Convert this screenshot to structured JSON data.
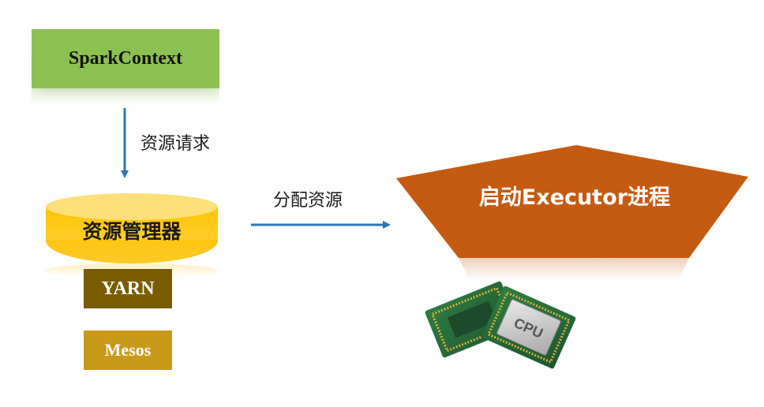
{
  "spark_context": {
    "label": "SparkContext"
  },
  "resource_request": {
    "label": "资源请求"
  },
  "resource_manager": {
    "label": "资源管理器"
  },
  "cluster_managers": [
    {
      "label": "YARN"
    },
    {
      "label": "Mesos"
    }
  ],
  "allocate": {
    "label": "分配资源"
  },
  "executor": {
    "label": "启动Executor进程"
  },
  "cpu_chip": {
    "label": "CPU"
  },
  "colors": {
    "spark_context_fill": "#8cc152",
    "resource_manager_fill": "#ffc000",
    "yarn_fill": "#7a5c00",
    "mesos_fill": "#c99a1a",
    "executor_fill": "#c55a11",
    "arrow": "#2e75b6"
  }
}
